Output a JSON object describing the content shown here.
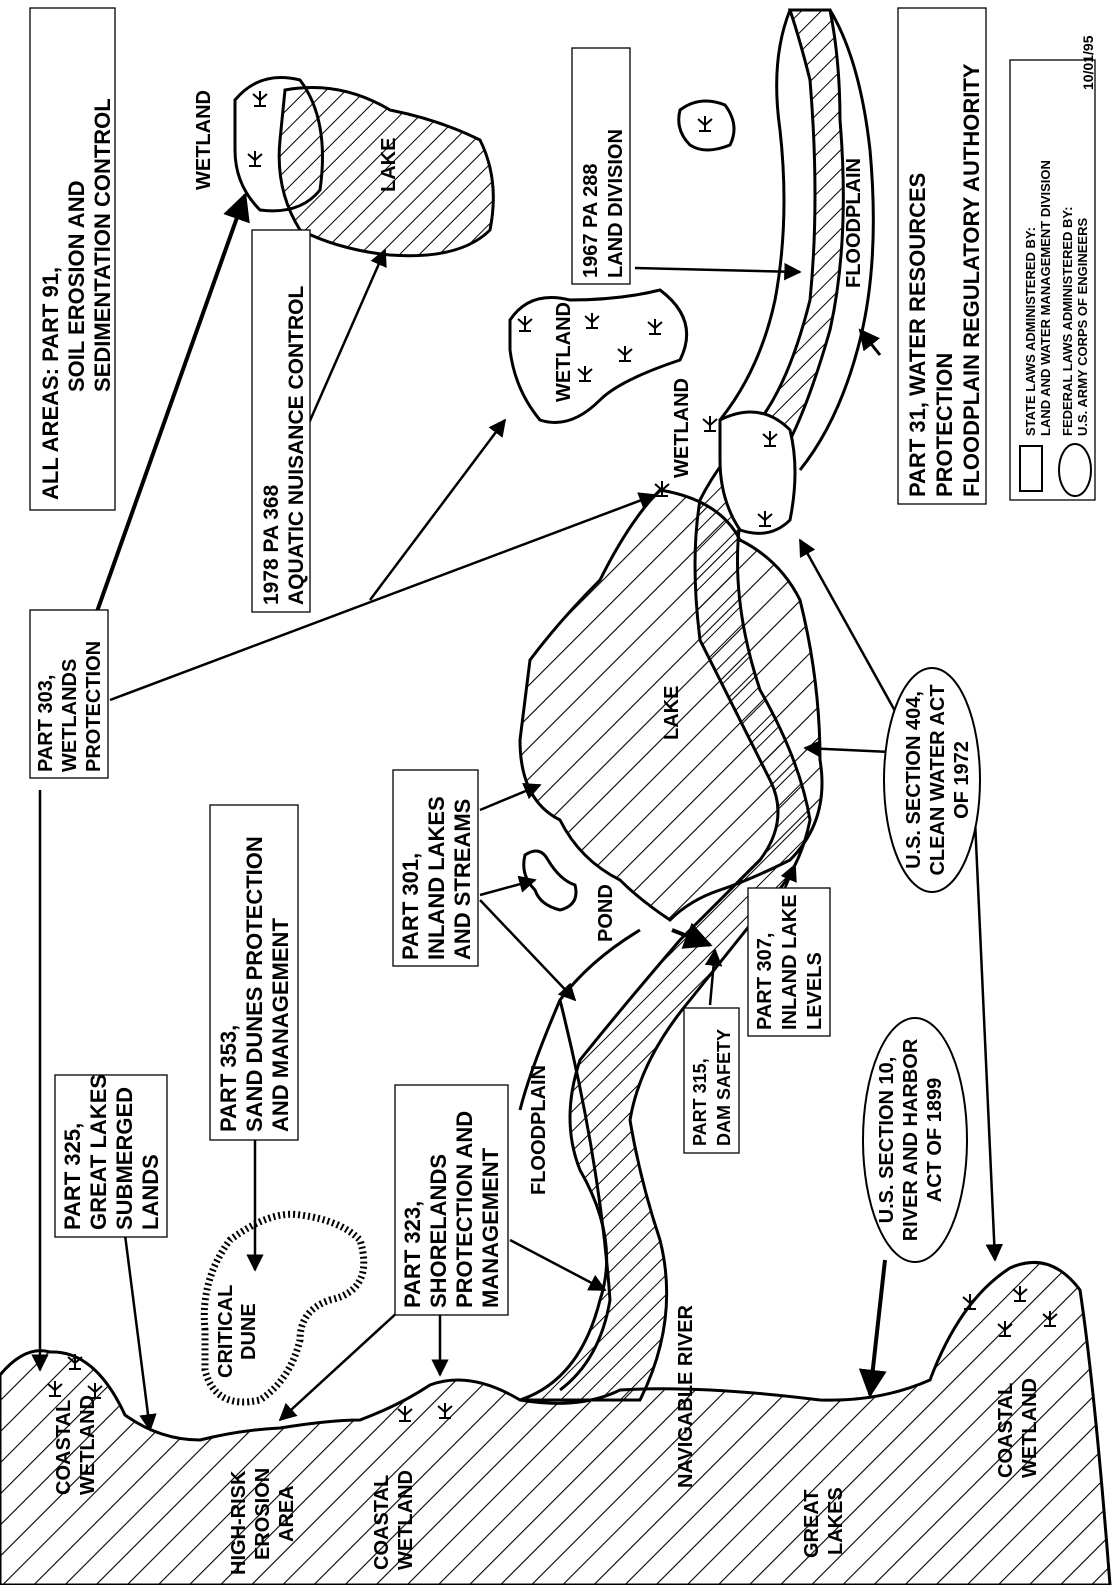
{
  "diagram": {
    "date": "10/01/95",
    "legend": {
      "state_line1": "STATE LAWS ADMINISTERED BY:",
      "state_line2": "LAND AND WATER MANAGEMENT DIVISION",
      "federal_line1": "FEDERAL LAWS ADMINISTERED BY:",
      "federal_line2": "U.S. ARMY CORPS OF ENGINEERS"
    },
    "law_boxes": {
      "all_areas": [
        "ALL AREAS:   PART 91,",
        "SOIL EROSION AND",
        "SEDIMENTATION CONTROL"
      ],
      "part31": [
        "PART 31, WATER RESOURCES",
        "PROTECTION",
        "FLOODPLAIN REGULATORY AUTHORITY"
      ],
      "pa288": [
        "1967 PA 288",
        "LAND DIVISION"
      ],
      "pa368": [
        "1978 PA 368",
        "AQUATIC NUISANCE CONTROL"
      ],
      "part303": [
        "PART 303,",
        "WETLANDS",
        "PROTECTION"
      ],
      "part301": [
        "PART 301,",
        "INLAND LAKES",
        "AND STREAMS"
      ],
      "part353": [
        "PART 353,",
        "SAND DUNES PROTECTION",
        "AND MANAGEMENT"
      ],
      "part325": [
        "PART 325,",
        "GREAT LAKES",
        "SUBMERGED",
        "LANDS"
      ],
      "part323": [
        "PART 323,",
        "SHORELANDS",
        "PROTECTION AND",
        "MANAGEMENT"
      ],
      "part315": [
        "PART 315,",
        "DAM SAFETY"
      ],
      "part307": [
        "PART 307,",
        "INLAND LAKE",
        "LEVELS"
      ]
    },
    "federal_ovals": {
      "section404": [
        "U.S. SECTION 404,",
        "CLEAN WATER ACT",
        "OF 1972"
      ],
      "section10": [
        "U.S. SECTION 10,",
        "RIVER AND HARBOR",
        "ACT OF 1899"
      ]
    },
    "features": {
      "wetland_top": "WETLAND",
      "lake_top": "LAKE",
      "wetland_mid": "WETLAND",
      "wetland_river": "WETLAND",
      "floodplain_right": "FLOODPLAIN",
      "lake_main": "LAKE",
      "pond": "POND",
      "floodplain_left": "FLOODPLAIN",
      "critical_dune": [
        "CRITICAL",
        "DUNE"
      ],
      "coastal_wetland_1": [
        "COASTAL",
        "WETLAND"
      ],
      "high_risk": [
        "HIGH-RISK",
        "EROSION",
        "AREA"
      ],
      "coastal_wetland_2": [
        "COASTAL",
        "WETLAND"
      ],
      "navigable_river": "NAVIGABLE RIVER",
      "great_lakes": [
        "GREAT",
        "LAKES"
      ],
      "coastal_wetland_3": [
        "COASTAL",
        "WETLAND"
      ]
    }
  }
}
